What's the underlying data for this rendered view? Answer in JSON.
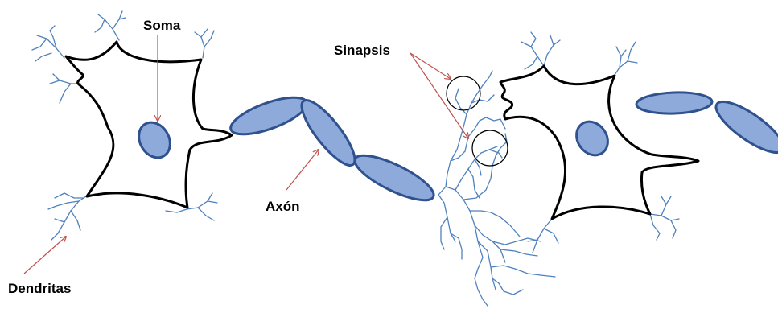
{
  "labels": {
    "soma": "Soma",
    "sinapsis": "Sinapsis",
    "axon": "Axón",
    "dendritas": "Dendritas"
  },
  "colors": {
    "myelin_fill": "#8eaadb",
    "myelin_stroke": "#2f528f",
    "dendrite": "#4f81bd",
    "pointer": "#c0504d",
    "outline": "#000000"
  }
}
